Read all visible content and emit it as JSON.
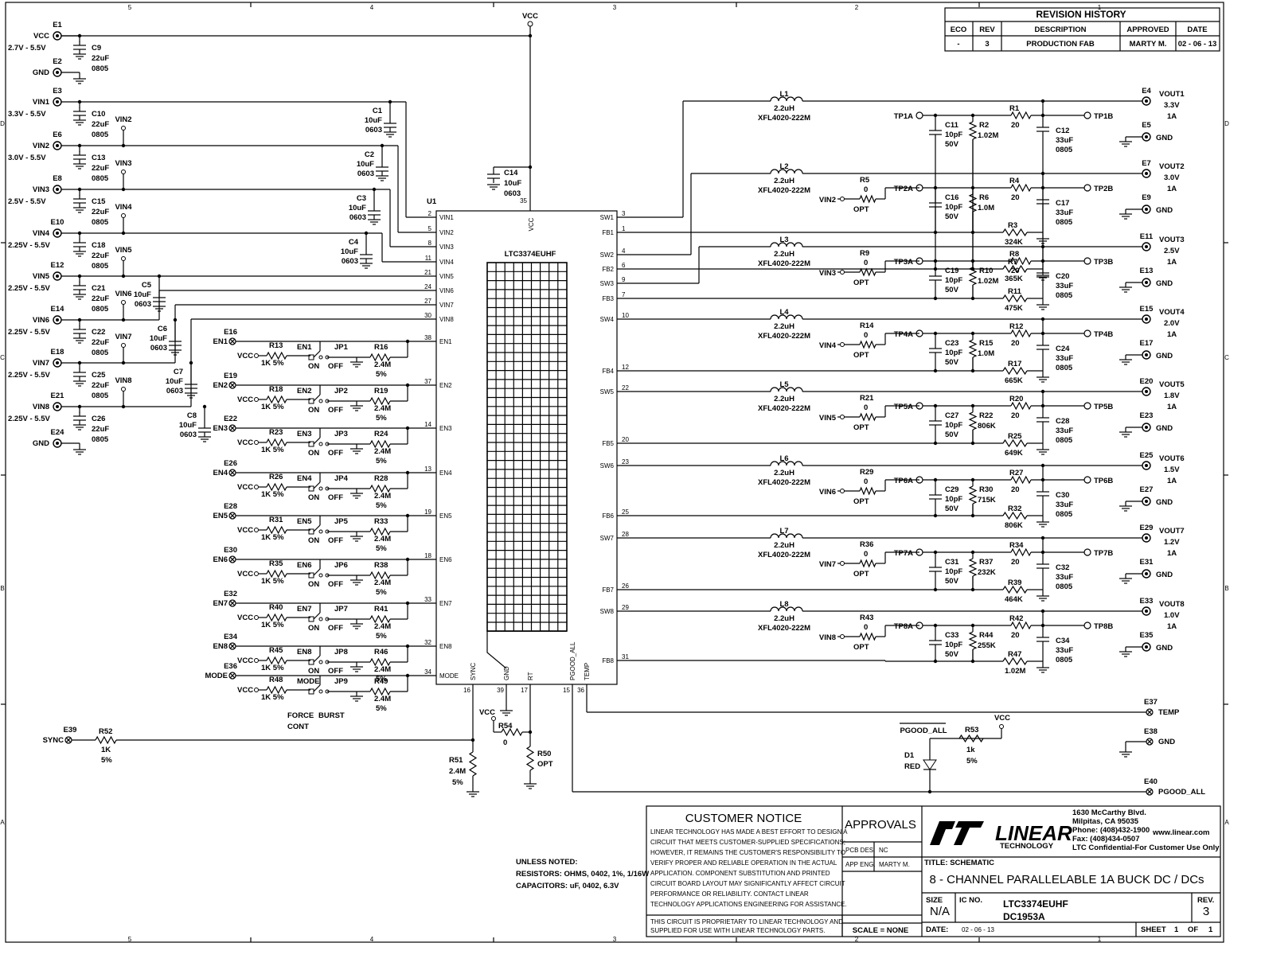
{
  "border": {
    "cols": [
      "5",
      "4",
      "3",
      "2",
      "1"
    ],
    "rows": [
      "D",
      "C",
      "B",
      "A"
    ]
  },
  "revision": {
    "title": "REVISION HISTORY",
    "headers": [
      "ECO",
      "REV",
      "DESCRIPTION",
      "APPROVED",
      "DATE"
    ],
    "row": [
      "-",
      "3",
      "PRODUCTION FAB",
      "MARTY M.",
      "02 - 06 - 13"
    ]
  },
  "power_in": [
    {
      "name": "E1",
      "net": "VCC",
      "range": "2.7V - 5.5V",
      "cap": "C9",
      "val": "22uF",
      "pkg": "0805"
    },
    {
      "name": "E3",
      "net": "VIN1",
      "range": "3.3V - 5.5V",
      "cap": "C10",
      "val": "22uF",
      "pkg": "0805"
    },
    {
      "name": "E6",
      "net": "VIN2",
      "range": "3.0V - 5.5V",
      "cap": "C13",
      "val": "22uF",
      "pkg": "0805"
    },
    {
      "name": "E8",
      "net": "VIN3",
      "range": "2.5V - 5.5V",
      "cap": "C15",
      "val": "22uF",
      "pkg": "0805"
    },
    {
      "name": "E10",
      "net": "VIN4",
      "range": "2.25V - 5.5V",
      "cap": "C18",
      "val": "22uF",
      "pkg": "0805"
    },
    {
      "name": "E12",
      "net": "VIN5",
      "range": "2.25V - 5.5V",
      "cap": "C21",
      "val": "22uF",
      "pkg": "0805"
    },
    {
      "name": "E14",
      "net": "VIN6",
      "range": "2.25V - 5.5V",
      "cap": "C22",
      "val": "22uF",
      "pkg": "0805"
    },
    {
      "name": "E18",
      "net": "VIN7",
      "range": "2.25V - 5.5V",
      "cap": "C25",
      "val": "22uF",
      "pkg": "0805"
    },
    {
      "name": "E21",
      "net": "VIN8",
      "range": "2.25V - 5.5V",
      "cap": "C26",
      "val": "22uF",
      "pkg": "0805"
    }
  ],
  "gnd_terms": [
    {
      "name": "E2",
      "label": "GND"
    },
    {
      "name": "E24",
      "label": "GND"
    }
  ],
  "vin_taps": [
    "VIN2",
    "VIN3",
    "VIN4",
    "VIN5",
    "VIN6",
    "VIN7",
    "VIN8"
  ],
  "decap": [
    {
      "ref": "C1",
      "val": "10uF",
      "pkg": "0603"
    },
    {
      "ref": "C2",
      "val": "10uF",
      "pkg": "0603"
    },
    {
      "ref": "C3",
      "val": "10uF",
      "pkg": "0603"
    },
    {
      "ref": "C4",
      "val": "10uF",
      "pkg": "0603"
    },
    {
      "ref": "C5",
      "val": "10uF",
      "pkg": "0603"
    },
    {
      "ref": "C6",
      "val": "10uF",
      "pkg": "0603"
    },
    {
      "ref": "C7",
      "val": "10uF",
      "pkg": "0603"
    },
    {
      "ref": "C8",
      "val": "10uF",
      "pkg": "0603"
    },
    {
      "ref": "C14",
      "val": "10uF",
      "pkg": "0603"
    }
  ],
  "ic": {
    "ref": "U1",
    "part": "LTC3374EUHF",
    "vcc_pin": "35",
    "vcc_label": "VCC",
    "left_pins": [
      [
        "2",
        "VIN1"
      ],
      [
        "5",
        "VIN2"
      ],
      [
        "8",
        "VIN3"
      ],
      [
        "11",
        "VIN4"
      ],
      [
        "21",
        "VIN5"
      ],
      [
        "24",
        "VIN6"
      ],
      [
        "27",
        "VIN7"
      ],
      [
        "30",
        "VIN8"
      ],
      [
        "38",
        "EN1"
      ],
      [
        "37",
        "EN2"
      ],
      [
        "14",
        "EN3"
      ],
      [
        "13",
        "EN4"
      ],
      [
        "19",
        "EN5"
      ],
      [
        "18",
        "EN6"
      ],
      [
        "33",
        "EN7"
      ],
      [
        "32",
        "EN8"
      ],
      [
        "34",
        "MODE"
      ]
    ],
    "right_pins": [
      [
        "3",
        "SW1"
      ],
      [
        "1",
        "FB1"
      ],
      [
        "4",
        "SW2"
      ],
      [
        "6",
        "FB2"
      ],
      [
        "9",
        "SW3"
      ],
      [
        "7",
        "FB3"
      ],
      [
        "10",
        "SW4"
      ],
      [
        "12",
        "FB4"
      ],
      [
        "22",
        "SW5"
      ],
      [
        "20",
        "FB5"
      ],
      [
        "23",
        "SW6"
      ],
      [
        "25",
        "FB6"
      ],
      [
        "28",
        "SW7"
      ],
      [
        "26",
        "FB7"
      ],
      [
        "29",
        "SW8"
      ],
      [
        "31",
        "FB8"
      ]
    ],
    "bottom_pins": [
      [
        "16",
        "SYNC"
      ],
      [
        "39",
        "GND"
      ],
      [
        "17",
        "RT"
      ],
      [
        "15",
        "PGOOD_ALL"
      ],
      [
        "36",
        "TEMP"
      ]
    ]
  },
  "enables": [
    {
      "term": "E16",
      "net": "EN1",
      "r": "R13",
      "sw": "EN1",
      "jp": "JP1",
      "rp": "R16"
    },
    {
      "term": "E19",
      "net": "EN2",
      "r": "R18",
      "sw": "EN2",
      "jp": "JP2",
      "rp": "R19"
    },
    {
      "term": "E22",
      "net": "EN3",
      "r": "R23",
      "sw": "EN3",
      "jp": "JP3",
      "rp": "R24"
    },
    {
      "term": "E26",
      "net": "EN4",
      "r": "R26",
      "sw": "EN4",
      "jp": "JP4",
      "rp": "R28"
    },
    {
      "term": "E28",
      "net": "EN5",
      "r": "R31",
      "sw": "EN5",
      "jp": "JP5",
      "rp": "R33"
    },
    {
      "term": "E30",
      "net": "EN6",
      "r": "R35",
      "sw": "EN6",
      "jp": "JP6",
      "rp": "R38"
    },
    {
      "term": "E32",
      "net": "EN7",
      "r": "R40",
      "sw": "EN7",
      "jp": "JP7",
      "rp": "R41"
    },
    {
      "term": "E34",
      "net": "EN8",
      "r": "R45",
      "sw": "EN8",
      "jp": "JP8",
      "rp": "R46"
    },
    {
      "term": "E36",
      "net": "MODE",
      "r": "R48",
      "sw": "MODE",
      "jp": "JP9",
      "rp": "R49"
    }
  ],
  "en_common": {
    "vcc": "VCC",
    "r_val": "1K  5%",
    "on": "ON",
    "off": "OFF",
    "rp_val": "2.4M",
    "rp_tol": "5%",
    "force": "FORCE",
    "cont": "CONT",
    "burst": "BURST"
  },
  "channels": [
    {
      "l": "L1",
      "r5": "",
      "r5v": "",
      "vin": "",
      "tpa": "TP1A",
      "tpb": "TP1B",
      "cf": "C11",
      "rh": "R2",
      "rhv": "1.02M",
      "rt": "R1",
      "rl": "R3",
      "rlv": "324K",
      "co": "C12",
      "term": "E4",
      "vout": "VOUT1",
      "v": "3.3V",
      "gt": "E5"
    },
    {
      "l": "L2",
      "r5": "R5",
      "r5v": "0",
      "vin": "VIN2",
      "tpa": "TP2A",
      "tpb": "TP2B",
      "cf": "C16",
      "rh": "R6",
      "rhv": "1.0M",
      "rt": "R4",
      "rl": "R7",
      "rlv": "365K",
      "co": "C17",
      "term": "E7",
      "vout": "VOUT2",
      "v": "3.0V",
      "gt": "E9"
    },
    {
      "l": "L3",
      "r5": "R9",
      "r5v": "0",
      "vin": "VIN3",
      "tpa": "TP3A",
      "tpb": "TP3B",
      "cf": "C19",
      "rh": "R10",
      "rhv": "1.02M",
      "rt": "R8",
      "rl": "R11",
      "rlv": "475K",
      "co": "C20",
      "term": "E11",
      "vout": "VOUT3",
      "v": "2.5V",
      "gt": "E13"
    },
    {
      "l": "L4",
      "r5": "R14",
      "r5v": "0",
      "vin": "VIN4",
      "tpa": "TP4A",
      "tpb": "TP4B",
      "cf": "C23",
      "rh": "R15",
      "rhv": "1.0M",
      "rt": "R12",
      "rl": "R17",
      "rlv": "665K",
      "co": "C24",
      "term": "E15",
      "vout": "VOUT4",
      "v": "2.0V",
      "gt": "E17"
    },
    {
      "l": "L5",
      "r5": "R21",
      "r5v": "0",
      "vin": "VIN5",
      "tpa": "TP5A",
      "tpb": "TP5B",
      "cf": "C27",
      "rh": "R22",
      "rhv": "806K",
      "rt": "R20",
      "rl": "R25",
      "rlv": "649K",
      "co": "C28",
      "term": "E20",
      "vout": "VOUT5",
      "v": "1.8V",
      "gt": "E23"
    },
    {
      "l": "L6",
      "r5": "R29",
      "r5v": "0",
      "vin": "VIN6",
      "tpa": "TP6A",
      "tpb": "TP6B",
      "cf": "C29",
      "rh": "R30",
      "rhv": "715K",
      "rt": "R27",
      "rl": "R32",
      "rlv": "806K",
      "co": "C30",
      "term": "E25",
      "vout": "VOUT6",
      "v": "1.5V",
      "gt": "E27"
    },
    {
      "l": "L7",
      "r5": "R36",
      "r5v": "0",
      "vin": "VIN7",
      "tpa": "TP7A",
      "tpb": "TP7B",
      "cf": "C31",
      "rh": "R37",
      "rhv": "232K",
      "rt": "R34",
      "rl": "R39",
      "rlv": "464K",
      "co": "C32",
      "term": "E29",
      "vout": "VOUT7",
      "v": "1.2V",
      "gt": "E31"
    },
    {
      "l": "L8",
      "r5": "R43",
      "r5v": "0",
      "vin": "VIN8",
      "tpa": "TP8A",
      "tpb": "TP8B",
      "cf": "C33",
      "rh": "R44",
      "rhv": "255K",
      "rt": "R42",
      "rl": "R47",
      "rlv": "1.02M",
      "co": "C34",
      "term": "E33",
      "vout": "VOUT8",
      "v": "1.0V",
      "gt": "E35"
    }
  ],
  "ch_common": {
    "lval": "2.2uH",
    "lpart": "XFL4020-222M",
    "cf_val": "10pF",
    "cf_v": "50V",
    "rt_val": "20",
    "co_val": "33uF",
    "co_pkg": "0805",
    "opt": "OPT",
    "cur": "1A",
    "gnd": "GND"
  },
  "misc": {
    "e37": "E37",
    "temp": "TEMP",
    "e38": "E38",
    "gnd": "GND",
    "e39": "E39",
    "sync": "SYNC",
    "r52": "R52",
    "r52v": "1K",
    "r52t": "5%",
    "r51": "R51",
    "r51v": "2.4M",
    "r51t": "5%",
    "r54": "R54",
    "r54v": "0",
    "r50": "R50",
    "r50v": "OPT",
    "vcc": "VCC",
    "pgood_bar": "PGOOD_ALL",
    "r53": "R53",
    "r53v": "1k",
    "r53t": "5%",
    "d1": "D1",
    "d1v": "RED",
    "e40": "E40",
    "pgood": "PGOOD_ALL"
  },
  "notes": [
    "UNLESS NOTED:",
    "RESISTORS: OHMS, 0402, 1%, 1/16W",
    "CAPACITORS:  uF, 0402, 6.3V"
  ],
  "title_block": {
    "customer_notice": "CUSTOMER NOTICE",
    "notice_lines": [
      "LINEAR TECHNOLOGY HAS MADE A BEST EFFORT TO DESIGN A",
      "CIRCUIT THAT MEETS CUSTOMER-SUPPLIED SPECIFICATIONS;",
      "HOWEVER, IT REMAINS THE CUSTOMER'S RESPONSIBILITY TO",
      "VERIFY PROPER AND RELIABLE OPERATION IN THE ACTUAL",
      "APPLICATION.  COMPONENT SUBSTITUTION AND PRINTED",
      "CIRCUIT BOARD LAYOUT MAY SIGNIFICANTLY AFFECT CIRCUIT",
      "PERFORMANCE OR RELIABILITY.  CONTACT LINEAR",
      "TECHNOLOGY APPLICATIONS ENGINEERING FOR ASSISTANCE."
    ],
    "prop_lines": [
      "THIS CIRCUIT IS PROPRIETARY TO LINEAR TECHNOLOGY AND",
      "SUPPLIED FOR USE WITH LINEAR TECHNOLOGY PARTS."
    ],
    "approvals": "APPROVALS",
    "pcb_des": "PCB DES.",
    "pcb_val": "NC",
    "app_eng": "APP ENG.",
    "app_val": "MARTY M.",
    "scale": "SCALE = NONE",
    "logo_word": "LINEAR",
    "logo_sub": "TECHNOLOGY",
    "address": [
      "1630 McCarthy Blvd.",
      "Milpitas, CA 95035",
      "Phone: (408)432-1900",
      "Fax: (408)434-0507",
      "LTC Confidential-For Customer Use Only"
    ],
    "web": "www.linear.com",
    "title_label": "TITLE: SCHEMATIC",
    "title": "8 - CHANNEL  PARALLELABLE 1A  BUCK DC / DCs",
    "size_label": "SIZE",
    "size": "N/A",
    "icno_label": "IC NO.",
    "icno": "LTC3374EUHF",
    "dc": "DC1953A",
    "rev_label": "REV.",
    "rev": "3",
    "date_label": "DATE:",
    "date": "02 - 06 - 13",
    "sheet_label": "SHEET",
    "sheet": "1",
    "of_label": "OF",
    "of": "1"
  }
}
